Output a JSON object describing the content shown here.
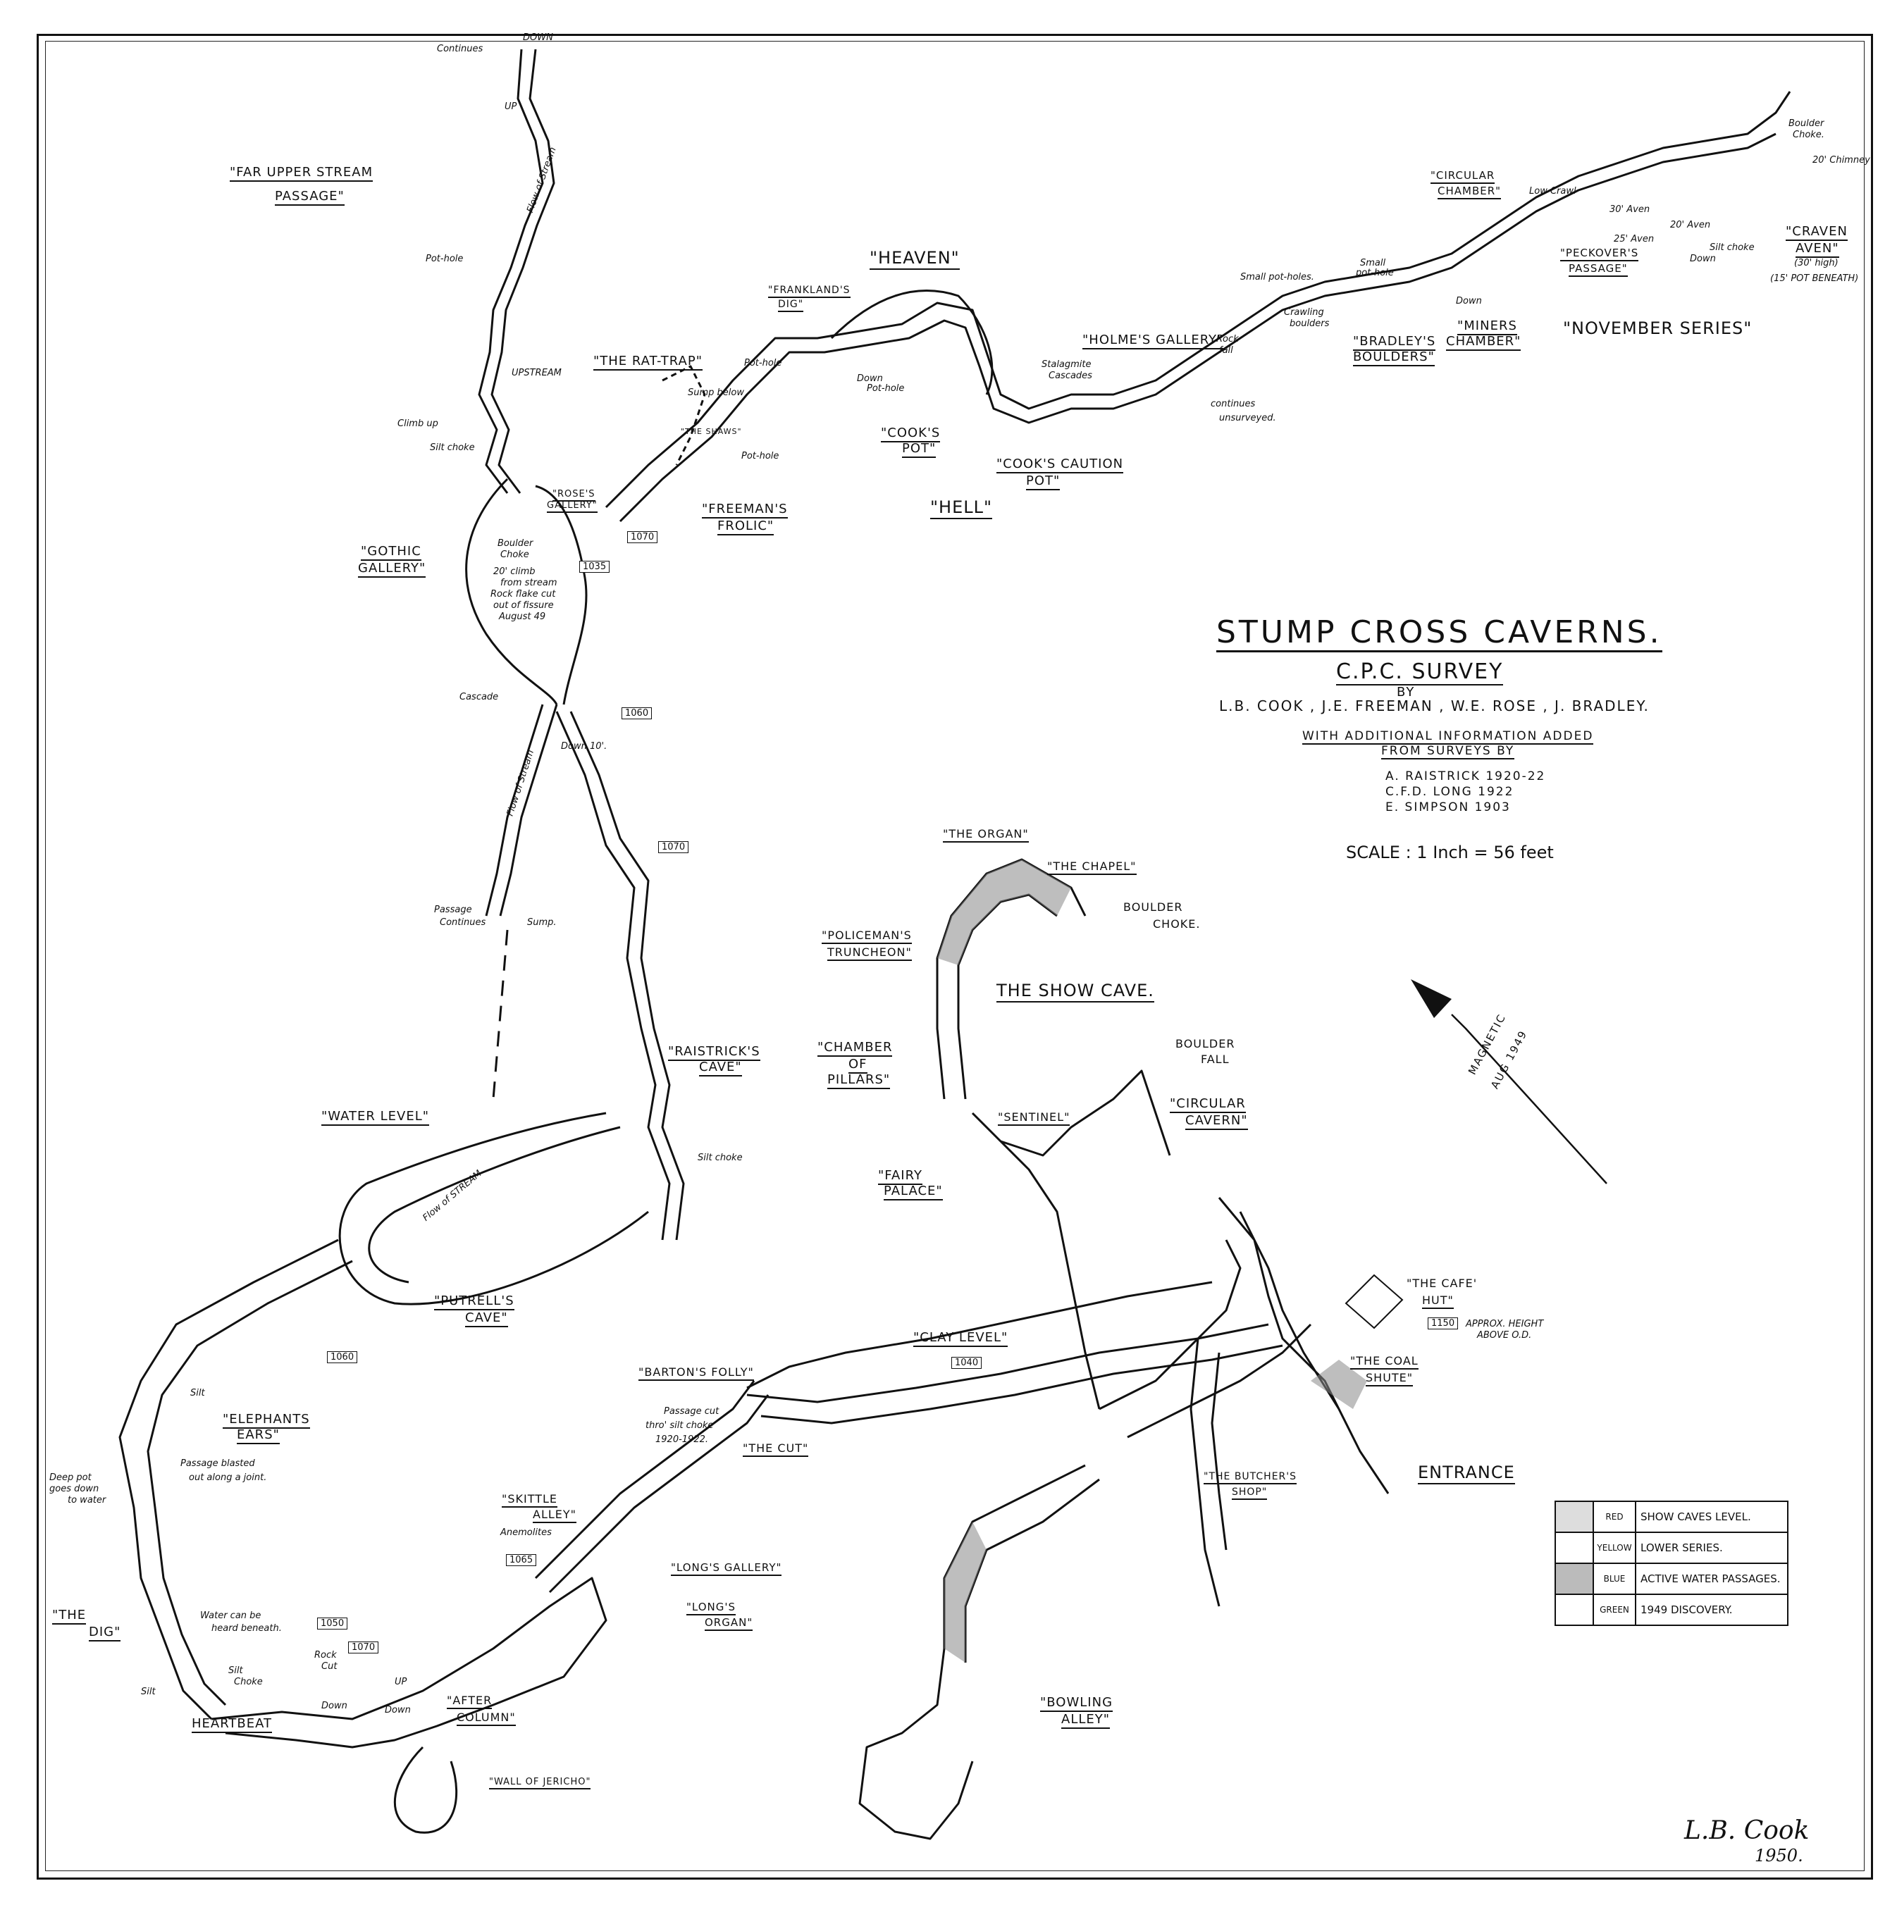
{
  "title": "STUMP CROSS CAVERNS.",
  "subtitle": "C.P.C. SURVEY",
  "by": "BY",
  "surveyors": "L.B. COOK , J.E. FREEMAN , W.E. ROSE , J. BRADLEY.",
  "additional_1": "WITH ADDITIONAL INFORMATION ADDED",
  "additional_2": "FROM SURVEYS BY",
  "sources": [
    "A. RAISTRICK 1920-22",
    "C.F.D. LONG 1922",
    "E. SIMPSON 1903"
  ],
  "scale": "SCALE : 1 Inch = 56 feet",
  "north": {
    "label_1": "MAGNETIC",
    "label_2": "AUG 1949"
  },
  "signature": "L.B. Cook",
  "signature_year": "1950.",
  "legend": [
    {
      "key": "RED",
      "desc": "SHOW CAVES LEVEL."
    },
    {
      "key": "YELLOW",
      "desc": "LOWER SERIES."
    },
    {
      "key": "BLUE",
      "desc": "ACTIVE WATER PASSAGES."
    },
    {
      "key": "GREEN",
      "desc": "1949 DISCOVERY."
    }
  ],
  "places": {
    "far_upper_stream": [
      "\"FAR UPPER STREAM",
      "PASSAGE\""
    ],
    "heaven": "\"HEAVEN\"",
    "hell": "\"HELL\"",
    "franklands_dig": [
      "\"FRANKLAND'S",
      "DIG\""
    ],
    "rat_trap": "\"THE RAT-TRAP\"",
    "the_shaws": "\"THE SHAWS\"",
    "freemans_frolic": [
      "\"FREEMAN'S",
      "FROLIC\""
    ],
    "roses_gallery": [
      "\"ROSE'S",
      "GALLERY\""
    ],
    "gothic_gallery": [
      "\"GOTHIC",
      "GALLERY\""
    ],
    "cooks_pot": [
      "\"COOK'S",
      "POT\""
    ],
    "cooks_caution": [
      "\"COOK'S CAUTION",
      "POT\""
    ],
    "holmes_gallery": "\"HOLME'S GALLERY\"",
    "bradleys_boulders": [
      "\"BRADLEY'S",
      "BOULDERS\""
    ],
    "miners_chamber": [
      "\"MINERS",
      "CHAMBER\""
    ],
    "circular_chamber": [
      "\"CIRCULAR",
      "CHAMBER\""
    ],
    "peckovers": [
      "\"PECKOVER'S",
      "PASSAGE\""
    ],
    "craven_aven": [
      "\"CRAVEN",
      "AVEN\""
    ],
    "november_series": "\"NOVEMBER SERIES\"",
    "the_organ": "\"THE ORGAN\"",
    "the_chapel": "\"THE CHAPEL\"",
    "boulder_choke": [
      "BOULDER",
      "CHOKE."
    ],
    "policemans": [
      "\"POLICEMAN'S",
      "TRUNCHEON\""
    ],
    "show_cave": "THE SHOW CAVE.",
    "chamber_pillars": [
      "\"CHAMBER",
      "OF",
      "PILLARS\""
    ],
    "sentinel": "\"SENTINEL\"",
    "circular_cavern": [
      "\"CIRCULAR",
      "CAVERN\""
    ],
    "boulder_fall": [
      "BOULDER",
      "FALL"
    ],
    "fairy_palace": [
      "\"FAIRY",
      "PALACE\""
    ],
    "raistricks_cave": [
      "\"RAISTRICK'S",
      "CAVE\""
    ],
    "water_level": "\"WATER LEVEL\"",
    "putrells_cave": [
      "\"PUTRELL'S",
      "CAVE\""
    ],
    "elephants_ears": [
      "\"ELEPHANTS",
      "EARS\""
    ],
    "the_dig": [
      "\"THE",
      "DIG\""
    ],
    "heartbeat": "HEARTBEAT",
    "skittle_alley": [
      "\"SKITTLE",
      "ALLEY\""
    ],
    "bartons_folly": "\"BARTON'S FOLLY\"",
    "the_cut": "\"THE CUT\"",
    "clay_level": "\"CLAY LEVEL\"",
    "longs_gallery": "\"LONG'S GALLERY\"",
    "longs_organ": [
      "\"LONG'S",
      "ORGAN\""
    ],
    "after_column": [
      "\"AFTER",
      "COLUMN\""
    ],
    "wall_jericho": "\"WALL OF JERICHO\"",
    "bowling_alley": [
      "\"BOWLING",
      "ALLEY\""
    ],
    "butchers_shop": [
      "\"THE BUTCHER'S",
      "SHOP\""
    ],
    "coal_shute": [
      "\"THE COAL",
      "SHUTE\""
    ],
    "cafe_hut": [
      "\"THE CAFE'",
      "HUT\""
    ],
    "entrance": "ENTRANCE"
  },
  "notes": {
    "continues": "Continues",
    "down": "DOWN",
    "up": "UP",
    "flow_stream_1": "Flow of Stream",
    "pot_hole": "Pot-hole",
    "upstream": "UPSTREAM",
    "climb_up": "Climb up",
    "silt_choke": "Silt choke",
    "boulder_choke_small": [
      "Boulder",
      "Choke"
    ],
    "climb_20": [
      "20' climb",
      "from stream",
      "Rock flake cut",
      "out of fissure",
      "August 49"
    ],
    "cascade": "Cascade",
    "down_10": "Down 10'.",
    "flow_stream_2": "Flow of Stream",
    "passage_continues": [
      "Passage",
      "Continues"
    ],
    "sump": "Sump.",
    "silt_choke_2": "Silt choke",
    "flow_stream_3": "Flow of STREAM",
    "silt": "Silt",
    "deep_pot": [
      "Deep pot",
      "goes down",
      "to water"
    ],
    "passage_blasted": [
      "Passage blasted",
      "out along a joint."
    ],
    "water_heard": [
      "Water can be",
      "heard beneath."
    ],
    "silt_2": "Silt",
    "silt_choke_3": [
      "Silt",
      "Choke"
    ],
    "rock_cut": [
      "Rock",
      "Cut"
    ],
    "down_a": "Down",
    "down_b": "Down",
    "up_a": "UP",
    "anemolites": "Anemolites",
    "passage_cut": [
      "Passage cut",
      "thro' silt choke",
      "1920-1922."
    ],
    "sump_below": "Sump below",
    "pot_hole_2": "Pot-hole",
    "pot_hole_3": "Pot-hole",
    "down_pothole": [
      "Down",
      "Pot-hole"
    ],
    "stalagmite": [
      "Stalagmite",
      "Cascades"
    ],
    "rock_fall": [
      "Rock",
      "fall"
    ],
    "continues_unsurveyed": [
      "continues",
      "unsurveyed."
    ],
    "small_potholes": "Small pot-holes.",
    "small_pothole": [
      "Small",
      "pot-hole"
    ],
    "crawling_boulders": [
      "Crawling",
      "boulders"
    ],
    "low_crawl": "Low Crawl",
    "down_c": "Down",
    "aven_30": "30' Aven",
    "aven_25": "25' Aven",
    "aven_20": "20' Aven",
    "silt_choke_4": "Silt choke",
    "down_d": "Down",
    "boulder_choke_ne": [
      "Boulder",
      "Choke."
    ],
    "chimney_20": "20' Chimney",
    "craven_height": [
      "(30' high)",
      "(15' POT BENEATH)"
    ],
    "approx_height": [
      "APPROX. HEIGHT",
      "ABOVE O.D."
    ]
  },
  "heights": {
    "h1070a": "1070",
    "h1035": "1035",
    "h1060a": "1060",
    "h1070b": "1070",
    "h1060b": "1060",
    "h1040": "1040",
    "h1150": "1150",
    "h1065": "1065",
    "h1050": "1050",
    "h1070c": "1070"
  }
}
